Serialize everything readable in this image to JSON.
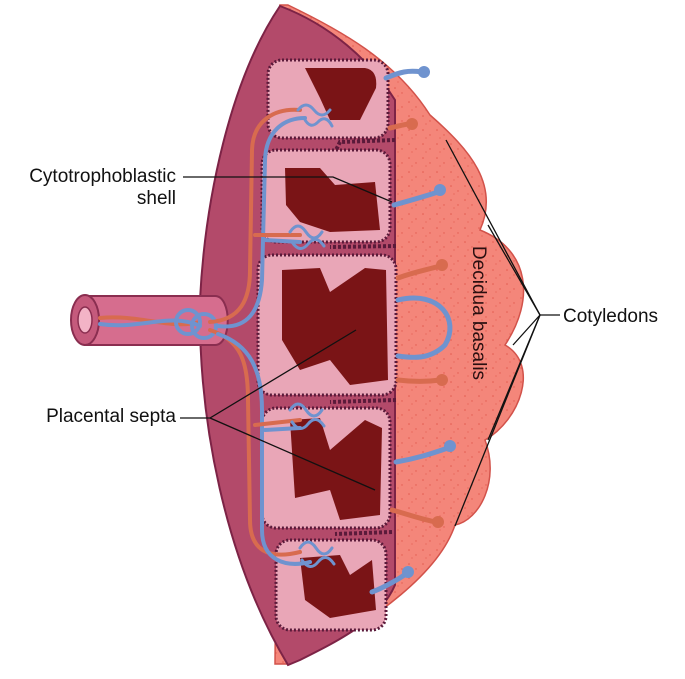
{
  "labels": {
    "cytotrophoblastic_shell_line1": "Cytotrophoblastic",
    "cytotrophoblastic_shell_line2": "shell",
    "placental_septa": "Placental septa",
    "cotyledons": "Cotyledons",
    "decidua_basalis": "Decidua basalis"
  },
  "colors": {
    "decidua": "#f4867a",
    "decidua_speckle": "#e86a5e",
    "chorionic_plate": "#b34a6a",
    "chorionic_plate_dark": "#8a2e50",
    "umbilical_cord": "#d66d8e",
    "umbilical_lumen": "#f3b3c6",
    "intervillous_space": "#e9a6b7",
    "villous_tree": "#7a1416",
    "septa_edge": "#5a1a3a",
    "vein": "#6f93cf",
    "artery": "#d86b4f",
    "leader_line": "#111111"
  }
}
